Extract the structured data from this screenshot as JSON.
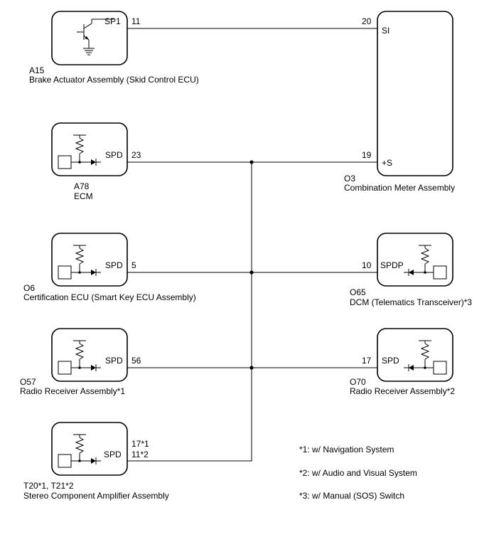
{
  "components": {
    "a15": {
      "pin": "SP1",
      "code": "A15",
      "name": "Brake Actuator Assembly (Skid Control ECU)"
    },
    "a78": {
      "pin": "SPD",
      "code": "A78",
      "name": "ECM"
    },
    "o6": {
      "pin": "SPD",
      "code": "O6",
      "name": "Certification ECU (Smart Key ECU Assembly)"
    },
    "o57": {
      "pin": "SPD",
      "code": "O57",
      "name": "Radio Receiver Assembly*1"
    },
    "t20": {
      "pin": "SPD",
      "code": "T20*1, T21*2",
      "name": "Stereo Component Amplifier Assembly"
    },
    "o3": {
      "pin_si": "SI",
      "pin_s": "+S",
      "code": "O3",
      "name": "Combination Meter Assembly"
    },
    "o65": {
      "pin": "SPDP",
      "code": "O65",
      "name": "DCM (Telematics Transceiver)*3"
    },
    "o70": {
      "pin": "SPD",
      "code": "O70",
      "name": "Radio Receiver Assembly*2"
    }
  },
  "wire_numbers": {
    "a15_sp1": "11",
    "o3_si": "20",
    "a78_spd": "23",
    "o3_s": "19",
    "o6_spd": "5",
    "o65_spdp": "10",
    "o57_spd": "56",
    "o70_spd": "17",
    "t20_line1": "17*1",
    "t20_line2": "11*2"
  },
  "notes": [
    "*1: w/ Navigation System",
    "*2: w/ Audio and Visual System",
    "*3: w/ Manual (SOS) Switch"
  ]
}
